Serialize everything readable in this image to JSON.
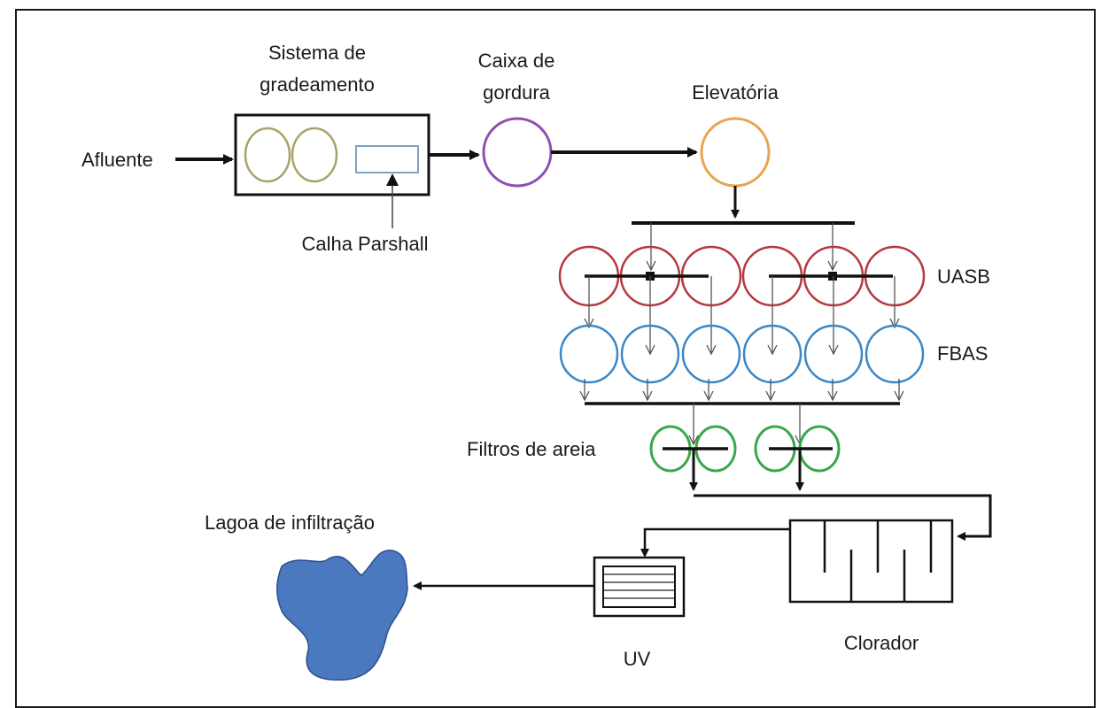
{
  "labels": {
    "afluente": "Afluente",
    "sistema_line1": "Sistema de",
    "sistema_line2": "gradeamento",
    "calha": "Calha Parshall",
    "caixa_line1": "Caixa de",
    "caixa_line2": "gordura",
    "elevatoria": "Elevatória",
    "uasb": "UASB",
    "fbas": "FBAS",
    "filtros": "Filtros de areia",
    "lagoa": "Lagoa de infiltração",
    "uv": "UV",
    "clorador": "Clorador"
  },
  "colors": {
    "line": "#111111",
    "screen_circles": "#a8a36a",
    "parshall": "#7fa2c0",
    "caixa": "#8e4fb0",
    "elevatoria": "#e8a54c",
    "uasb": "#b5393f",
    "fbas": "#3b86c6",
    "filtros": "#3aa84a",
    "lagoa": "#4a79c0",
    "thin_arrow": "#777777"
  },
  "icons": [
    "arrow-icon",
    "circle-tank-icon",
    "lagoon-blob-icon",
    "uv-unit-icon",
    "clorador-icon"
  ]
}
